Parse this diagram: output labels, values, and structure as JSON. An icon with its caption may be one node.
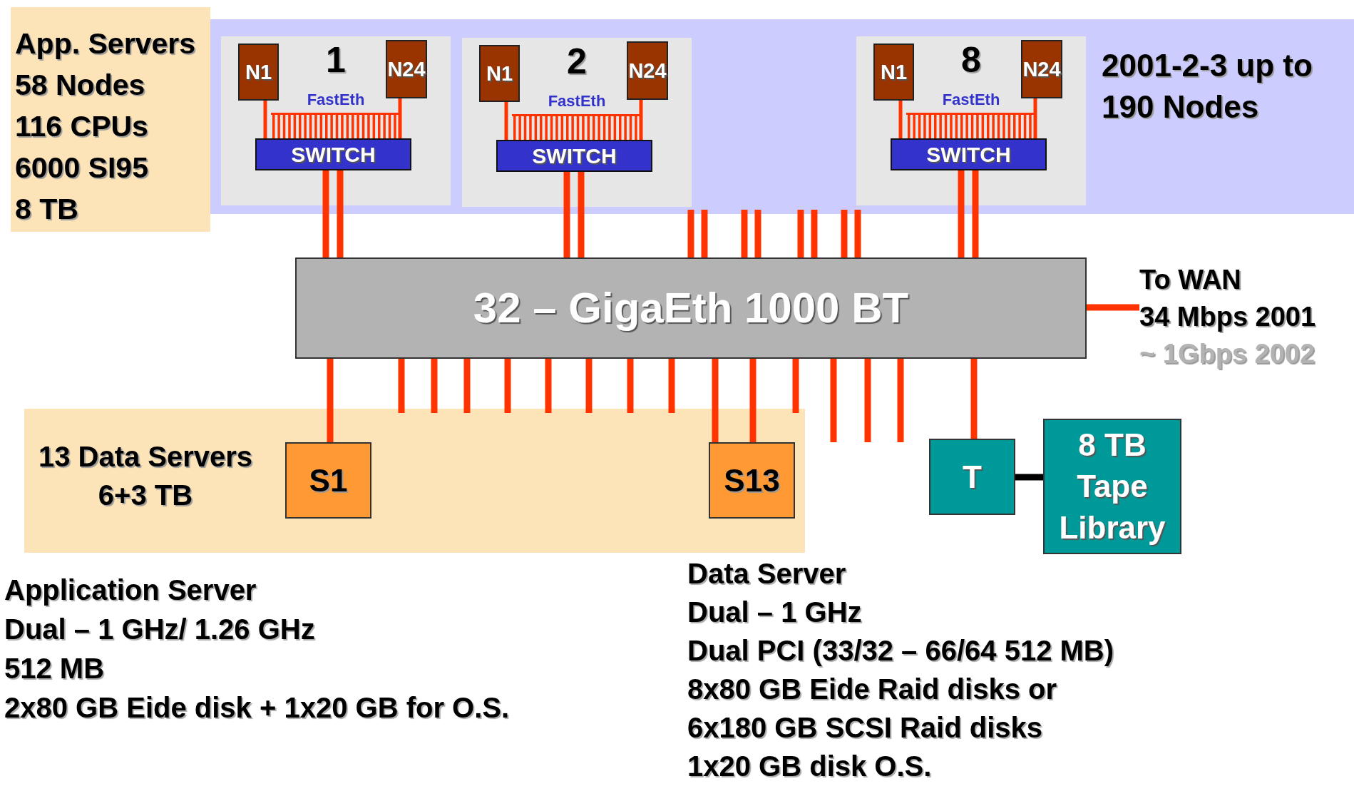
{
  "diagram": {
    "nodes": [
      {
        "text": [
          "App. Servers",
          "58 Nodes",
          "116 CPUs",
          "6000 SI95",
          "8 TB"
        ]
      },
      {
        "text": [
          "2001-2-3 up to 190 Nodes"
        ]
      },
      {
        "text": [
          "1",
          "FastEth"
        ],
        "in": 1
      },
      {
        "text": [
          "N1"
        ],
        "in": 2
      },
      {
        "text": [
          "N24"
        ],
        "in": 2
      },
      {
        "text": [
          "SWITCH"
        ],
        "in": 2
      },
      {
        "text": [
          "2",
          "FastEth"
        ],
        "in": 1
      },
      {
        "text": [
          "N1"
        ],
        "in": 6
      },
      {
        "text": [
          "N24"
        ],
        "in": 6
      },
      {
        "text": [
          "SWITCH"
        ],
        "in": 6
      },
      {
        "text": [
          "8",
          "FastEth"
        ],
        "in": 1
      },
      {
        "text": [
          "N1"
        ],
        "in": 10
      },
      {
        "text": [
          "N24"
        ],
        "in": 10
      },
      {
        "text": [
          "SWITCH"
        ],
        "in": 10
      },
      {
        "text": [
          "32 – GigaEth 1000 BT"
        ]
      },
      {
        "text": [
          "13 Data Servers",
          "6+3 TB"
        ]
      },
      {
        "text": [
          "S1"
        ],
        "in": 15
      },
      {
        "text": [
          "S13"
        ],
        "in": 15
      },
      {
        "text": [
          "T"
        ]
      },
      {
        "text": [
          "8 TB Tape Library"
        ]
      },
      {
        "text": [
          "To WAN",
          "34 Mbps 2001",
          "~ 1Gbps 2002"
        ]
      }
    ],
    "edges": [
      {
        "from": 3,
        "to": 5,
        "arrow": "none"
      },
      {
        "from": 4,
        "to": 5,
        "arrow": "none"
      },
      {
        "from": 5,
        "to": 14,
        "arrow": "none"
      },
      {
        "from": 5,
        "to": 14,
        "arrow": "none"
      },
      {
        "from": 7,
        "to": 9,
        "arrow": "none"
      },
      {
        "from": 8,
        "to": 9,
        "arrow": "none"
      },
      {
        "from": 9,
        "to": 14,
        "arrow": "none"
      },
      {
        "from": 9,
        "to": 14,
        "arrow": "none"
      },
      {
        "from": 11,
        "to": 13,
        "arrow": "none"
      },
      {
        "from": 12,
        "to": 13,
        "arrow": "none"
      },
      {
        "from": 13,
        "to": 14,
        "arrow": "none"
      },
      {
        "from": 13,
        "to": 14,
        "arrow": "none"
      },
      {
        "from": 14,
        "to": 1,
        "arrow": "none"
      },
      {
        "from": 14,
        "to": 1,
        "arrow": "none"
      },
      {
        "from": 14,
        "to": 1,
        "arrow": "none"
      },
      {
        "from": 14,
        "to": 1,
        "arrow": "none"
      },
      {
        "from": 14,
        "to": 1,
        "arrow": "none"
      },
      {
        "from": 14,
        "to": 1,
        "arrow": "none"
      },
      {
        "from": 14,
        "to": 1,
        "arrow": "none"
      },
      {
        "from": 14,
        "to": 1,
        "arrow": "none"
      },
      {
        "from": 14,
        "to": 16,
        "arrow": "none"
      },
      {
        "from": 14,
        "to": 15,
        "arrow": "none"
      },
      {
        "from": 14,
        "to": 15,
        "arrow": "none"
      },
      {
        "from": 14,
        "to": 15,
        "arrow": "none"
      },
      {
        "from": 14,
        "to": 15,
        "arrow": "none"
      },
      {
        "from": 14,
        "to": 15,
        "arrow": "none"
      },
      {
        "from": 14,
        "to": 15,
        "arrow": "none"
      },
      {
        "from": 14,
        "to": 15,
        "arrow": "none"
      },
      {
        "from": 14,
        "to": 15,
        "arrow": "none"
      },
      {
        "from": 14,
        "to": 17,
        "arrow": "none"
      },
      {
        "from": 14,
        "to": 17,
        "arrow": "none"
      },
      {
        "from": 14,
        "to": 15,
        "arrow": "none"
      },
      {
        "from": 14,
        "to": null,
        "arrow": "none"
      },
      {
        "from": 14,
        "to": null,
        "arrow": "none"
      },
      {
        "from": 14,
        "to": null,
        "arrow": "none"
      },
      {
        "from": 14,
        "to": 18,
        "arrow": "none"
      },
      {
        "from": 18,
        "to": 19,
        "arrow": "none",
        "color": "#000000"
      },
      {
        "from": 14,
        "to": 20,
        "arrow": "none"
      }
    ],
    "labels": [
      "Application Server",
      "Dual – 1 GHz/ 1.26 GHz",
      "512 MB",
      "2x80 GB Eide disk + 1x20 GB for O.S.",
      "Data Server",
      "Dual – 1 GHz",
      "Dual PCI (33/32 – 66/64 512 MB)",
      "8x80 GB Eide Raid disks or",
      "6x180 GB SCSI Raid disks",
      "1x20 GB disk O.S."
    ]
  }
}
